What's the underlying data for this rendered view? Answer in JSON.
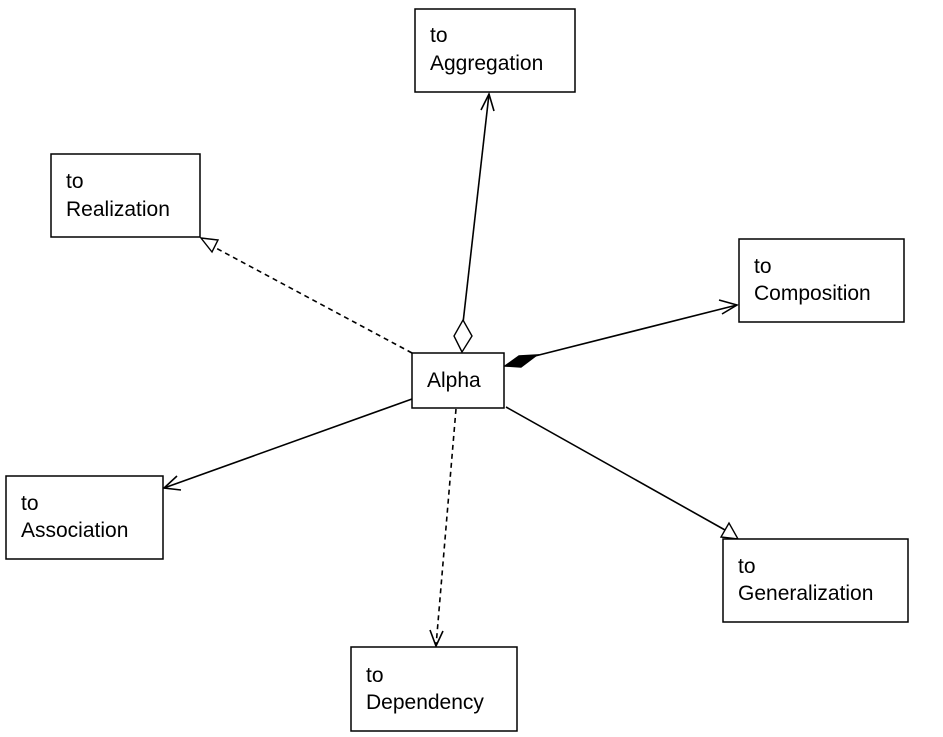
{
  "center": {
    "label": "Alpha"
  },
  "nodes": {
    "aggregation": {
      "line1": "to",
      "line2": "Aggregation"
    },
    "realization": {
      "line1": "to",
      "line2": "Realization"
    },
    "composition": {
      "line1": "to",
      "line2": "Composition"
    },
    "association": {
      "line1": "to",
      "line2": "Association"
    },
    "dependency": {
      "line1": "to",
      "line2": "Dependency"
    },
    "generalization": {
      "line1": "to",
      "line2": "Generalization"
    }
  }
}
